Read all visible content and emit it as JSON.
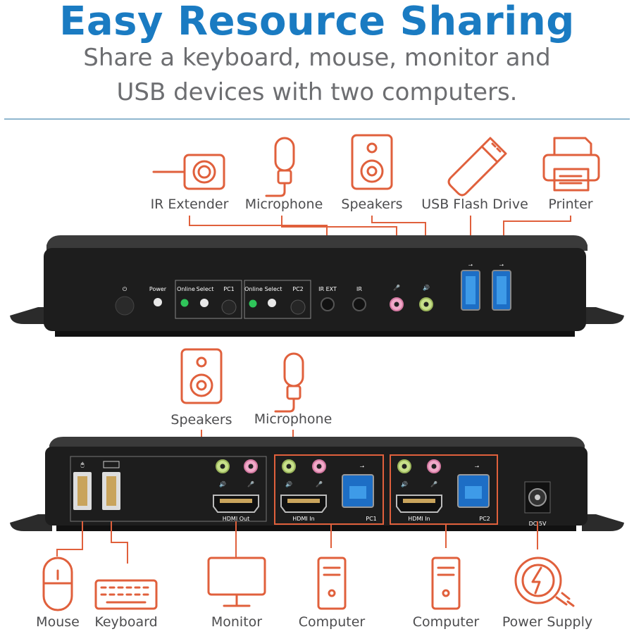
{
  "header": {
    "title": "Easy Resource Sharing",
    "subtitle_line1": "Share a keyboard, mouse, monitor and",
    "subtitle_line2": "USB devices with two computers."
  },
  "front_panel": {
    "top_labels": [
      "IR Extender",
      "Microphone",
      "Speakers",
      "USB Flash Drive",
      "Printer"
    ],
    "device_text": {
      "power": "Power",
      "online": "Online",
      "select": "Select",
      "pc1": "PC1",
      "pc2": "PC2",
      "ir_ext": "IR EXT",
      "ir": "IR"
    }
  },
  "rear_panel": {
    "top_labels": [
      "Speakers",
      "Microphone"
    ],
    "bottom_labels": [
      "Mouse",
      "Keyboard",
      "Monitor",
      "Computer",
      "Computer",
      "Power Supply"
    ],
    "device_text": {
      "hdmi_out": "HDMI Out",
      "hdmi_in": "HDMI In",
      "pc1": "PC1",
      "pc2": "PC2",
      "dc": "DC 5V"
    }
  },
  "colors": {
    "accent_blue": "#1a7bc2",
    "icon_orange": "#e0603c",
    "text_gray": "#4d4d4f"
  }
}
